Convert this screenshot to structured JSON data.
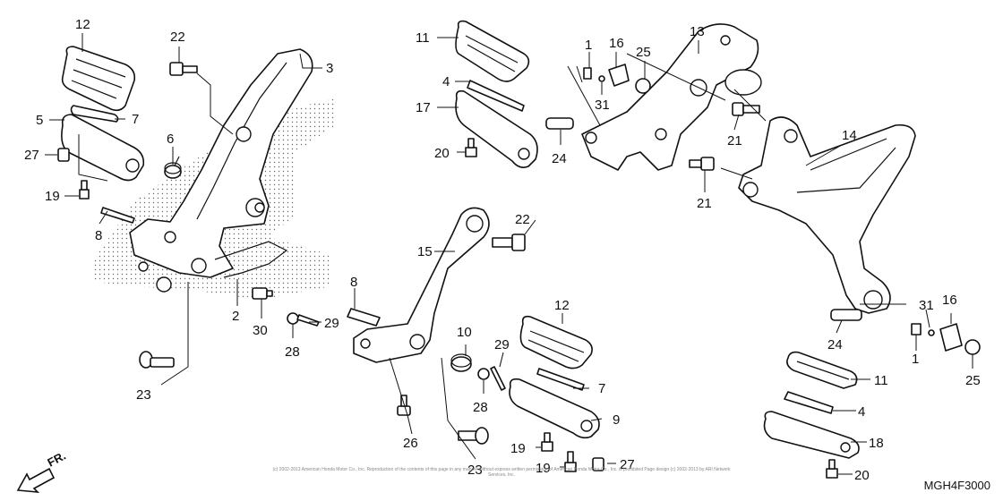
{
  "diagram_code": "MGH4F3000",
  "direction_label": "FR.",
  "copyright": "(c) 2002-2013 American Honda Motor Co., Inc. Reproduction of the contents of this page in any manner without express written permission of American Honda Motor Co., Inc. is prohibited Page design (c) 2002-2013 by ARI Network Services, Inc.",
  "callouts": {
    "c12a": "12",
    "c22a": "22",
    "c3": "3",
    "c5a": "5",
    "c7a": "7",
    "c6": "6",
    "c27a": "27",
    "c19a": "19",
    "c8a": "8",
    "c2": "2",
    "c30": "30",
    "c28a": "28",
    "c29a": "29",
    "c23a": "23",
    "c11a": "11",
    "c1a": "1",
    "c16a": "16",
    "c25a": "25",
    "c13": "13",
    "c4a": "4",
    "c31a": "31",
    "c17": "17",
    "c20a": "20",
    "c24a": "24",
    "c21a": "21",
    "c21b": "21",
    "c14": "14",
    "c22b": "22",
    "c15": "15",
    "c8b": "8",
    "c10": "10",
    "c29b": "29",
    "c12b": "12",
    "c7b": "7",
    "c28b": "28",
    "c9": "9",
    "c26": "26",
    "c19b": "19",
    "c19c": "19",
    "c23b": "23",
    "c27b": "27",
    "c31b": "31",
    "c16b": "16",
    "c24b": "24",
    "c1b": "1",
    "c25b": "25",
    "c11b": "11",
    "c4b": "4",
    "c18": "18",
    "c20b": "20"
  }
}
